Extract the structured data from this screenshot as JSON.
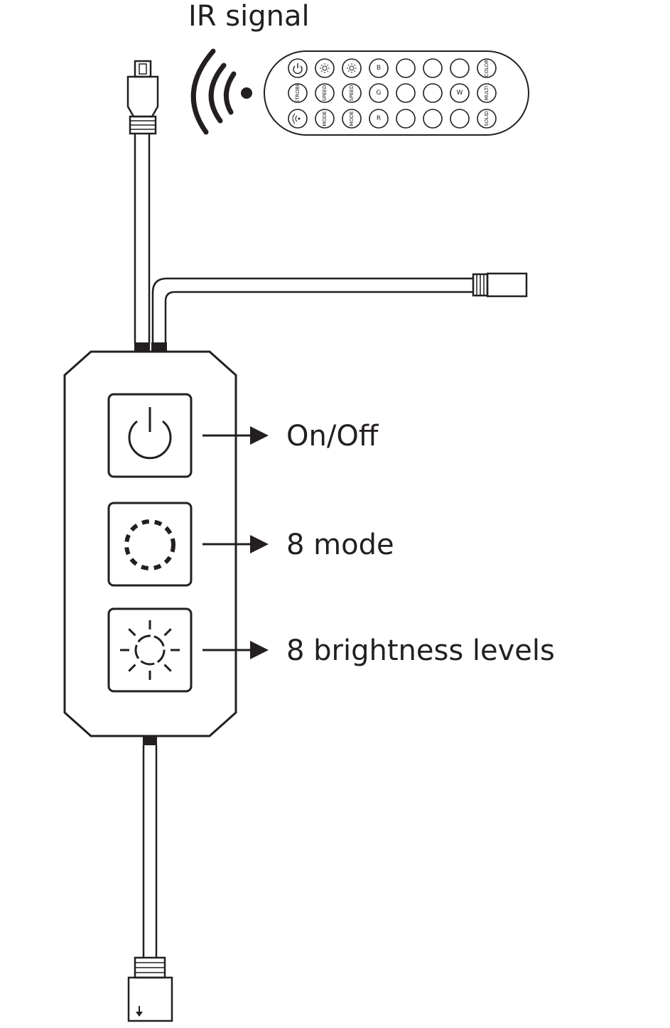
{
  "ir": {
    "label": "IR signal"
  },
  "remote": {
    "rows": [
      [
        {
          "kind": "power-icon"
        },
        {
          "kind": "brightness-up-icon"
        },
        {
          "kind": "brightness-down-icon"
        },
        {
          "text": "B"
        },
        {
          "text": ""
        },
        {
          "text": ""
        },
        {
          "text": ""
        },
        {
          "text": "COLOR"
        }
      ],
      [
        {
          "text": "STROBE"
        },
        {
          "text": "SPEED"
        },
        {
          "text": "SPEED"
        },
        {
          "text": "G"
        },
        {
          "text": ""
        },
        {
          "text": ""
        },
        {
          "text": "W"
        },
        {
          "text": "MULTI"
        }
      ],
      [
        {
          "kind": "wifi-icon"
        },
        {
          "text": "MODE"
        },
        {
          "text": "MODE"
        },
        {
          "text": "R"
        },
        {
          "text": ""
        },
        {
          "text": ""
        },
        {
          "text": ""
        },
        {
          "text": "SOLID"
        }
      ]
    ]
  },
  "controller": {
    "buttons": [
      {
        "icon": "power-icon",
        "label": "On/Off"
      },
      {
        "icon": "dashed-circle-icon",
        "label": "8 mode"
      },
      {
        "icon": "sun-icon",
        "label": "8 brightness levels"
      }
    ]
  },
  "colors": {
    "ink": "#231f20",
    "background": "#ffffff"
  }
}
